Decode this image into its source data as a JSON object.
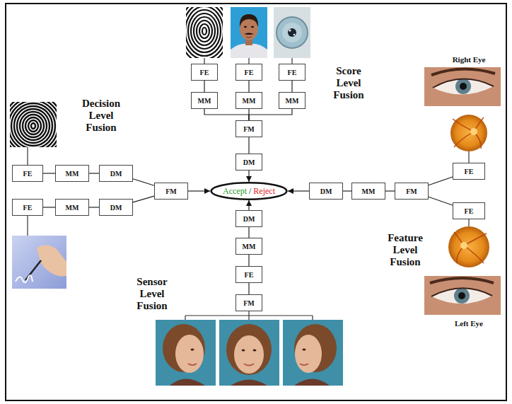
{
  "diagram": {
    "nodes": [
      {
        "text": [
          "FE"
        ]
      },
      {
        "text": [
          "FE"
        ]
      },
      {
        "text": [
          "FE"
        ]
      },
      {
        "text": [
          "MM"
        ]
      },
      {
        "text": [
          "MM"
        ]
      },
      {
        "text": [
          "MM"
        ]
      },
      {
        "text": [
          "FM"
        ]
      },
      {
        "text": [
          "DM"
        ]
      },
      {
        "text": [
          "FE"
        ]
      },
      {
        "text": [
          "MM"
        ]
      },
      {
        "text": [
          "DM"
        ]
      },
      {
        "text": [
          "FE"
        ]
      },
      {
        "text": [
          "MM"
        ]
      },
      {
        "text": [
          "DM"
        ]
      },
      {
        "text": [
          "FM"
        ]
      },
      {
        "text": [
          "Accept",
          "/",
          "Reject"
        ]
      },
      {
        "text": [
          "FE"
        ]
      },
      {
        "text": [
          "FE"
        ]
      },
      {
        "text": [
          "FM"
        ]
      },
      {
        "text": [
          "MM"
        ]
      },
      {
        "text": [
          "DM"
        ]
      },
      {
        "text": [
          "DM"
        ]
      },
      {
        "text": [
          "MM"
        ]
      },
      {
        "text": [
          "FE"
        ]
      },
      {
        "text": [
          "FM"
        ]
      }
    ],
    "edges": [
      {
        "from": 0,
        "to": 3,
        "arrow": "none"
      },
      {
        "from": 1,
        "to": 4,
        "arrow": "none"
      },
      {
        "from": 2,
        "to": 5,
        "arrow": "none"
      },
      {
        "from": 3,
        "to": 6,
        "arrow": "none"
      },
      {
        "from": 4,
        "to": 6,
        "arrow": "none"
      },
      {
        "from": 5,
        "to": 6,
        "arrow": "none"
      },
      {
        "from": 6,
        "to": 7,
        "arrow": "none"
      },
      {
        "from": 7,
        "to": 15,
        "arrow": "to"
      },
      {
        "from": 8,
        "to": 9,
        "arrow": "none"
      },
      {
        "from": 9,
        "to": 10,
        "arrow": "none"
      },
      {
        "from": 11,
        "to": 12,
        "arrow": "none"
      },
      {
        "from": 12,
        "to": 13,
        "arrow": "none"
      },
      {
        "from": 10,
        "to": 14,
        "arrow": "none"
      },
      {
        "from": 13,
        "to": 14,
        "arrow": "none"
      },
      {
        "from": 14,
        "to": 15,
        "arrow": "to"
      },
      {
        "from": 16,
        "to": 18,
        "arrow": "none"
      },
      {
        "from": 17,
        "to": 18,
        "arrow": "none"
      },
      {
        "from": 18,
        "to": 19,
        "arrow": "none"
      },
      {
        "from": 19,
        "to": 20,
        "arrow": "none"
      },
      {
        "from": 20,
        "to": 15,
        "arrow": "to"
      },
      {
        "from": 24,
        "to": 23,
        "arrow": "none"
      },
      {
        "from": 23,
        "to": 22,
        "arrow": "none"
      },
      {
        "from": 22,
        "to": 21,
        "arrow": "none"
      },
      {
        "from": 21,
        "to": 15,
        "arrow": "to"
      }
    ],
    "labels": [
      "Score Level Fusion",
      "Right Eye",
      "Decision Level Fusion",
      "Feature Level Fusion",
      "Sensor Level Fusion",
      "Left Eye"
    ]
  }
}
